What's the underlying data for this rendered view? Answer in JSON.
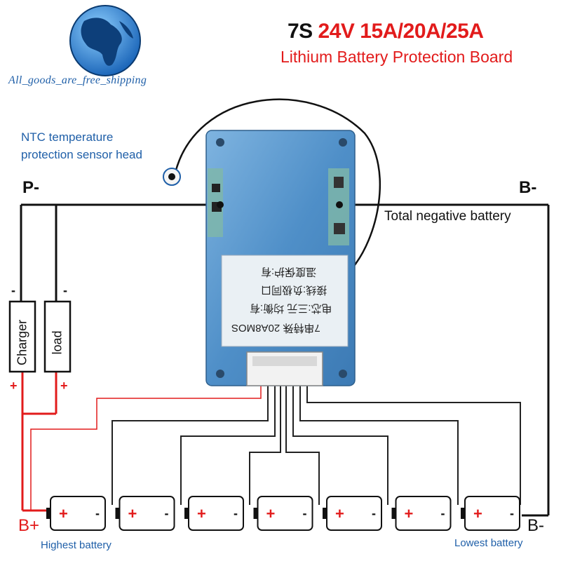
{
  "header": {
    "cells": "7S",
    "spec": "24V 15A/20A/25A",
    "subtitle": "Lithium Battery Protection Board"
  },
  "watermark": {
    "shop_text": "All_goods_are_free_shipping"
  },
  "labels": {
    "ntc_line1": "NTC temperature",
    "ntc_line2": "protection sensor head",
    "p_minus": "P-",
    "b_minus_top": "B-",
    "total_negative": "Total negative battery",
    "charger": "Charger",
    "load": "load",
    "minus_sign": "-",
    "plus_sign": "+",
    "b_plus": "B+",
    "b_minus_bottom": "B-",
    "highest_battery": "Highest battery",
    "lowest_battery": "Lowest battery"
  },
  "pcb_label": {
    "line1": "温度保护:有",
    "line2": "接线:负极同口",
    "line3": "电芯:三元 均衡:有",
    "line4": "7串特殊 20A8MOS"
  },
  "batteries": {
    "count": 7,
    "plus_mark": "+",
    "minus_mark": "-"
  },
  "colors": {
    "pcb_blue": "#4f8fc8",
    "wire_black": "#111111",
    "wire_red": "#e21b1b",
    "label_blue": "#1f5fa8",
    "title_red": "#e21b1b"
  }
}
